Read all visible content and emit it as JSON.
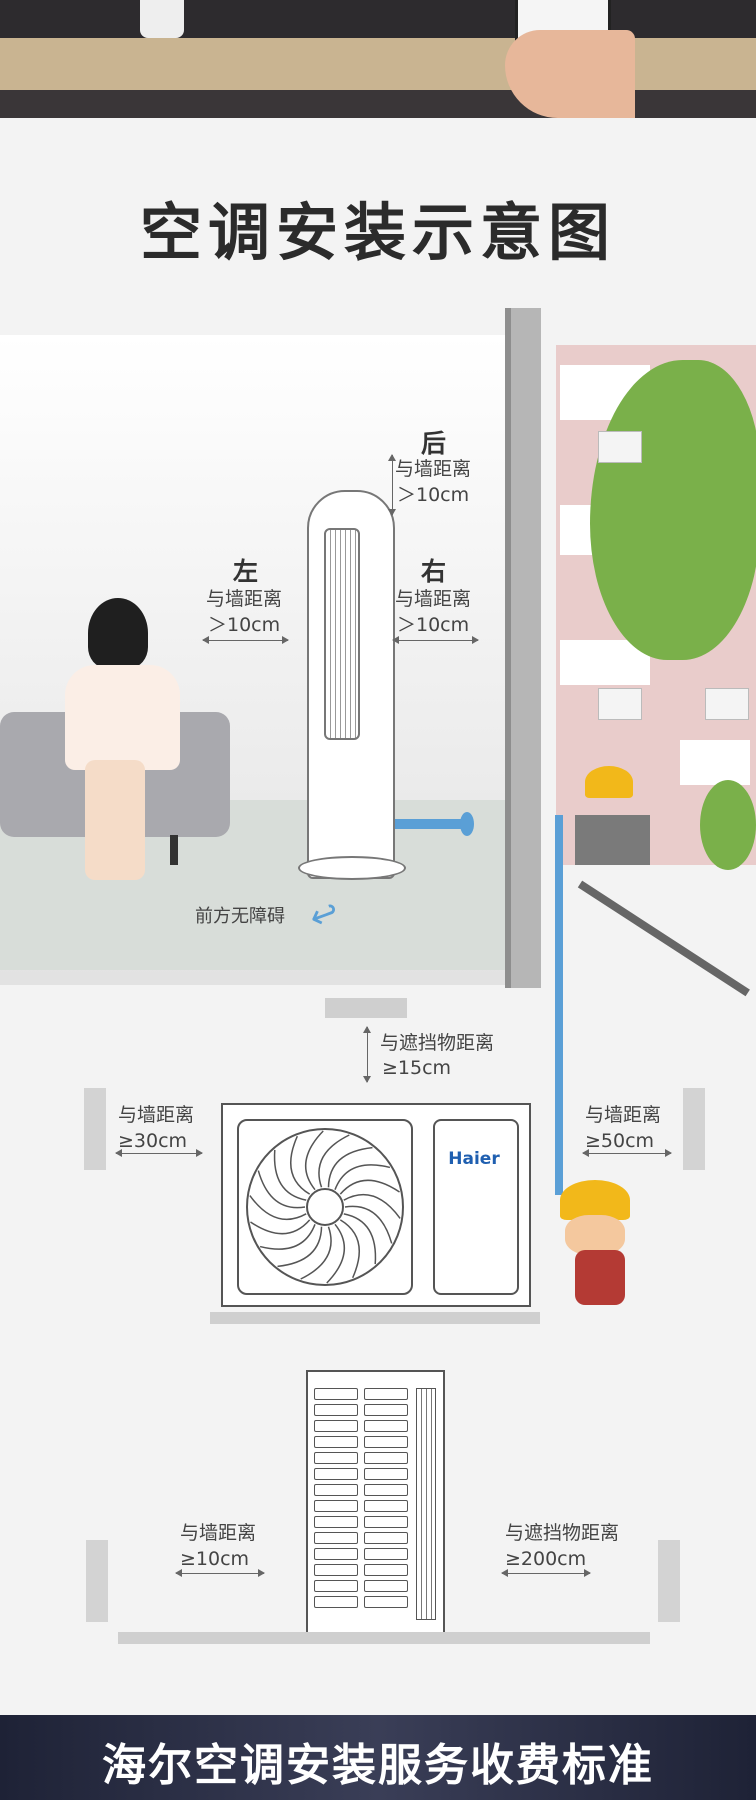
{
  "title": "空调安装示意图",
  "indoor": {
    "back": {
      "dir": "后",
      "label": "与墙距离",
      "value": "＞10cm"
    },
    "left": {
      "dir": "左",
      "label": "与墙距离",
      "value": "＞10cm"
    },
    "right": {
      "dir": "右",
      "label": "与墙距离",
      "value": "＞10cm"
    },
    "front": "前方无障碍"
  },
  "outdoor1": {
    "brand": "Haier",
    "top": {
      "label": "与遮挡物距离",
      "value": "≥15cm"
    },
    "left": {
      "label": "与墙距离",
      "value": "≥30cm"
    },
    "right": {
      "label": "与墙距离",
      "value": "≥50cm"
    }
  },
  "outdoor2": {
    "left": {
      "label": "与墙距离",
      "value": "≥10cm"
    },
    "right": {
      "label": "与遮挡物距离",
      "value": "≥200cm"
    }
  },
  "footer_title": "海尔空调安装服务收费标准",
  "colors": {
    "building": "#e9cccb",
    "tree": "#7ab04a",
    "helmet": "#f2b81a",
    "banner": "#1e2236"
  }
}
